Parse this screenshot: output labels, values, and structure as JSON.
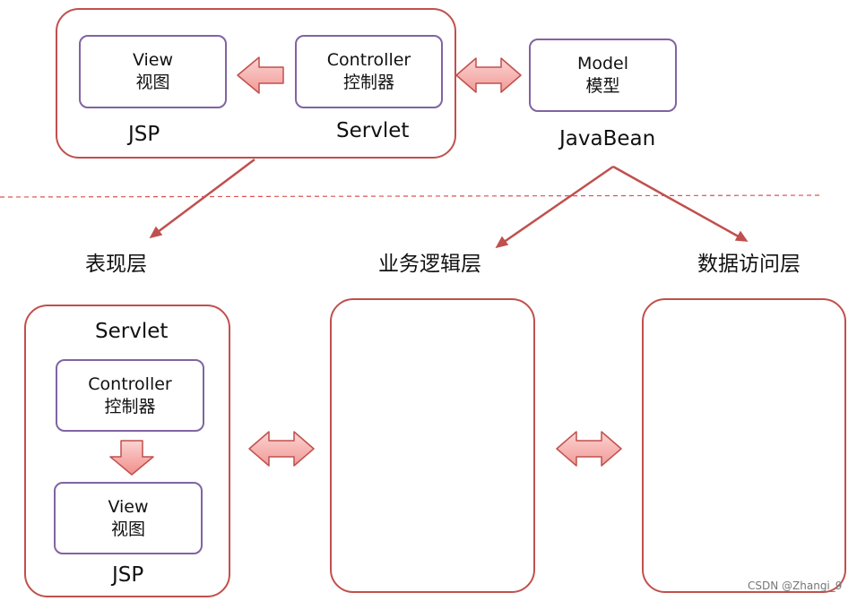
{
  "top": {
    "view_en": "View",
    "view_zh": "视图",
    "jsp": "JSP",
    "controller_en": "Controller",
    "controller_zh": "控制器",
    "servlet": "Servlet",
    "model_en": "Model",
    "model_zh": "模型",
    "javabean": "JavaBean"
  },
  "layers": {
    "presentation": "表现层",
    "business": "业务逻辑层",
    "data_access": "数据访问层"
  },
  "bottom": {
    "servlet": "Servlet",
    "controller_en": "Controller",
    "controller_zh": "控制器",
    "view_en": "View",
    "view_zh": "视图",
    "jsp": "JSP"
  },
  "watermark": "CSDN @Zhangi_9",
  "colors": {
    "outer_border": "#c0504d",
    "inner_border": "#8064a2",
    "arrow_fill": "#f4a6a3",
    "arrow_stroke": "#c0504d",
    "divider": "#d9534f"
  }
}
